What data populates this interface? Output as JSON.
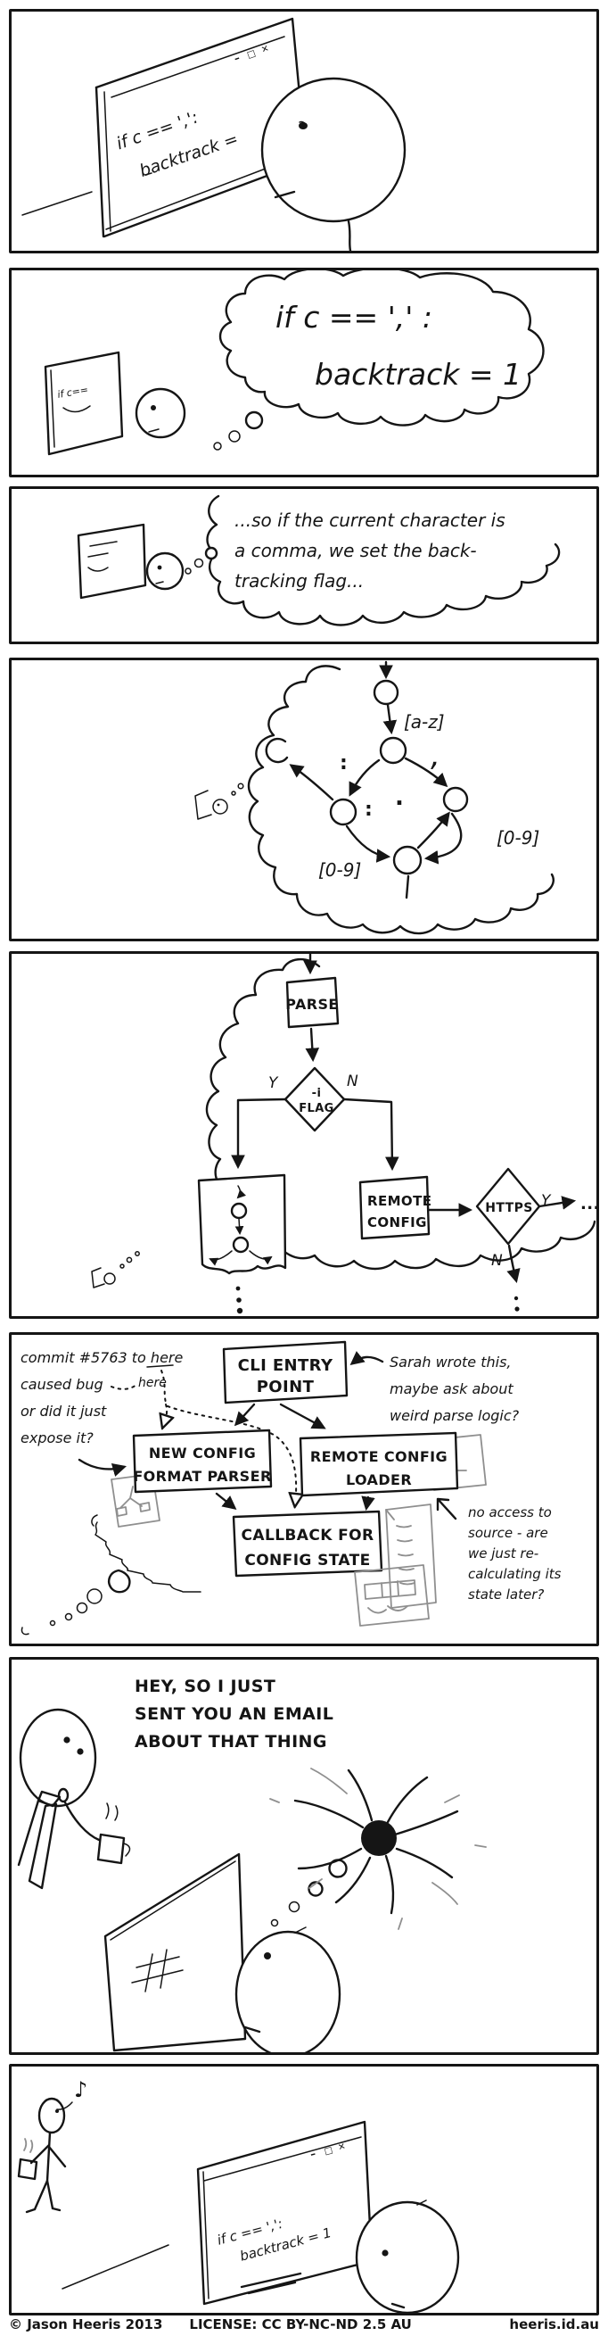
{
  "p1": {
    "win_min": "–",
    "win_max": "□",
    "win_close": "✕",
    "code1": "if c == ',':",
    "code2": "backtrack ="
  },
  "p2": {
    "mini_code": "if c==",
    "thought1": "if c == ',' :",
    "thought2": "backtrack = 1"
  },
  "p3": {
    "line1": "...so if the current character is",
    "line2": "a comma, we set the back-",
    "line3": "tracking flag..."
  },
  "p4": {
    "label_az": "[a-z]",
    "label_comma": ",",
    "label_colon1": ":",
    "label_colon2": ":",
    "label_dot": ".",
    "label_09_left": "[0-9]",
    "label_09_right": "[0-9]"
  },
  "p5": {
    "parse": "PARSE",
    "flag_line1": "-i",
    "flag_line2": "FLAG",
    "yes1": "Y",
    "no1": "N",
    "remote1": "REMOTE",
    "remote2": "CONFIG",
    "https": "HTTPS",
    "yes2": "Y",
    "no2": "N",
    "more": "..."
  },
  "p6": {
    "note_left1": "commit #5763 to here",
    "note_left2": "caused bug",
    "note_left_here": "here",
    "note_left3": "or did it just",
    "note_left4": "expose it?",
    "cli1": "CLI ENTRY",
    "cli2": "POINT",
    "note_right1": "Sarah wrote this,",
    "note_right2": "maybe ask about",
    "note_right3": "weird parse logic?",
    "parser1": "NEW CONFIG",
    "parser2": "FORMAT PARSER",
    "loader1": "REMOTE CONFIG",
    "loader2": "LOADER",
    "callback1": "CALLBACK FOR",
    "callback2": "CONFIG STATE",
    "note_src1": "no access to",
    "note_src2": "source - are",
    "note_src3": "we just re-",
    "note_src4": "calculating its",
    "note_src5": "state later?"
  },
  "p7": {
    "speech1": "HEY, SO I JUST",
    "speech2": "SENT YOU AN EMAIL",
    "speech3": "ABOUT THAT THING"
  },
  "p8": {
    "music_note": "♪",
    "win_min": "–",
    "win_max": "□",
    "win_close": "✕",
    "code1": "if c == ',':",
    "code2": "backtrack = 1"
  },
  "footer": {
    "copyright": "© Jason Heeris 2013",
    "license": "LICENSE: CC BY-NC-ND 2.5 AU",
    "site": "heeris.id.au"
  }
}
